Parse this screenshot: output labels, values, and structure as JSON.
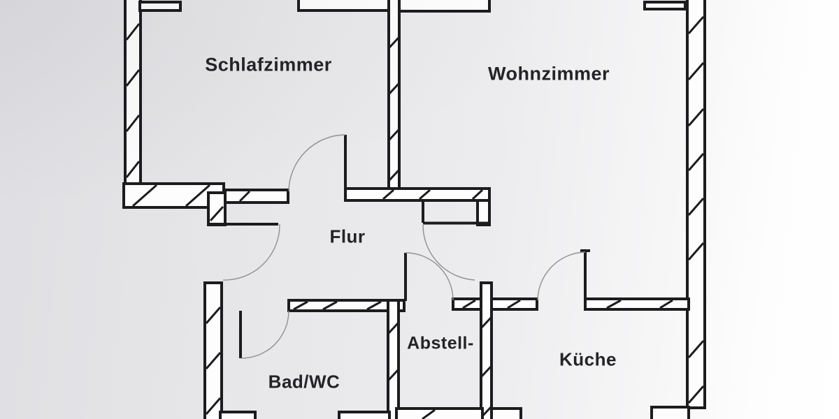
{
  "floorplan": {
    "type": "apartment-floor-plan",
    "language": "de",
    "rooms": [
      {
        "id": "schlafzimmer",
        "label": "Schlafzimmer"
      },
      {
        "id": "wohnzimmer",
        "label": "Wohnzimmer"
      },
      {
        "id": "flur",
        "label": "Flur"
      },
      {
        "id": "bad",
        "label": "Bad/WC"
      },
      {
        "id": "abstell",
        "label": "Abstell-"
      },
      {
        "id": "kueche",
        "label": "Küche"
      }
    ],
    "door_count": 6,
    "colors": {
      "ink": "#1c1c1f",
      "paper": "#e9e9eb",
      "paper_highlight": "#ffffff",
      "wall_fill": "#fdfdfd",
      "door_arc": "#909090"
    }
  }
}
